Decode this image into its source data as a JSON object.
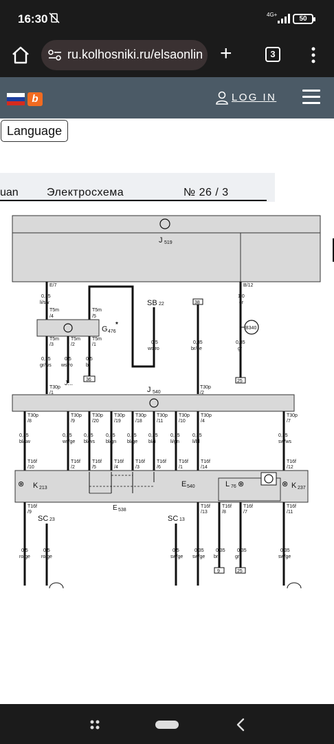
{
  "status_bar": {
    "time": "16:30",
    "mute_icon": "vibrate-off-icon",
    "network_type": "4G+",
    "battery": "50"
  },
  "browser": {
    "url": "ru.kolhosniki.ru/elsaonline",
    "tab_count": "3",
    "new_tab_label": "+"
  },
  "site_header": {
    "flag": "russian-flag",
    "logo_letter": "b",
    "login_label": "LOG IN",
    "colors": {
      "header_bg": "#4b5a66",
      "logo": "#f26b21"
    }
  },
  "language_tooltip": "Language",
  "document": {
    "model": "uan",
    "title": "Электросхема",
    "number": "№ 26 / 3"
  },
  "diagram": {
    "modules": {
      "j519": "J",
      "j519_sub": "519",
      "j540": "J",
      "j540_sub": "540",
      "g476": "G",
      "g476_sub": "476",
      "g476_star": "*",
      "sb22": "SB",
      "sb22_sub": "22",
      "b340": "B340",
      "j_dots": "J...",
      "e538": "E",
      "e538_sub": "538",
      "e540": "E",
      "e540_sub": "540",
      "l76": "L",
      "l76_sub": "76",
      "k213": "K",
      "k213_sub": "213",
      "k237": "K",
      "k237_sub": "237",
      "sc23": "SC",
      "sc23_sub": "23",
      "sc13": "SC",
      "sc13_sub": "13"
    },
    "top_labels": [
      {
        "pin": "E/7",
        "size": "0,35",
        "color": "li/sw"
      },
      {
        "pin": "B/12",
        "size": "1,0",
        "color": "gr"
      }
    ],
    "g476_pins_top": [
      {
        "conn": "T5m",
        "pin": "/4"
      },
      {
        "conn": "T5m",
        "pin": "/5"
      }
    ],
    "g476_pins_bottom": [
      {
        "conn": "T5m",
        "pin": "/3",
        "size": "0,35",
        "color": "gr/ws"
      },
      {
        "conn": "T5m",
        "pin": "/2",
        "size": "0,5",
        "color": "ws/ro"
      },
      {
        "conn": "T5m",
        "pin": "/1",
        "size": "0,5",
        "color": "br"
      }
    ],
    "mid_wires": [
      {
        "size": "0,5",
        "color": "ws/ro"
      },
      {
        "size": "0,35",
        "color": "br/ge"
      },
      {
        "size": "0,35",
        "color": "gr"
      }
    ],
    "ground_refs": {
      "g36": "36",
      "g38": "38",
      "g25a": "25",
      "g9": "9",
      "g25b": "25"
    },
    "j540_in": [
      {
        "conn": "T30p",
        "pin": "/1"
      },
      {
        "conn": "T30p",
        "pin": "/2"
      }
    ],
    "j540_out": [
      {
        "conn": "T30p",
        "pin": "/8",
        "size": "0,35",
        "color": "bl/sw"
      },
      {
        "conn": "T30p",
        "pin": "/9",
        "size": "0,35",
        "color": "ws/ge"
      },
      {
        "conn": "T30p",
        "pin": "/20",
        "size": "0,35",
        "color": "bl/ws"
      },
      {
        "conn": "T30p",
        "pin": "/19",
        "size": "0,35",
        "color": "bl/gn"
      },
      {
        "conn": "T30p",
        "pin": "/18",
        "size": "0,35",
        "color": "bl/ge"
      },
      {
        "conn": "T30p",
        "pin": "/11",
        "size": "0,35",
        "color": "bl/li"
      },
      {
        "conn": "T30p",
        "pin": "/10",
        "size": "0,35",
        "color": "li/gn"
      },
      {
        "conn": "T30p",
        "pin": "/4",
        "size": "0,35",
        "color": "li/bl"
      },
      {
        "conn": "T30p",
        "pin": "/7",
        "size": "0,35",
        "color": "sw/ws"
      }
    ],
    "e_in": [
      {
        "conn": "T16f",
        "pin": "/10"
      },
      {
        "conn": "T16f",
        "pin": "/2"
      },
      {
        "conn": "T16f",
        "pin": "/5"
      },
      {
        "conn": "T16f",
        "pin": "/4"
      },
      {
        "conn": "T16f",
        "pin": "/3"
      },
      {
        "conn": "T16f",
        "pin": "/6"
      },
      {
        "conn": "T16f",
        "pin": "/1"
      },
      {
        "conn": "T16f",
        "pin": "/14"
      },
      {
        "conn": "T16f",
        "pin": "/12"
      }
    ],
    "e_out": [
      {
        "conn": "T16f",
        "pin": "/9",
        "size": "0,5",
        "color": "ro/ge"
      },
      {
        "conn": "",
        "pin": "",
        "size": "0,5",
        "color": "ro/ge"
      },
      {
        "conn": "",
        "pin": "",
        "size": "0,5",
        "color": "sw/ge"
      },
      {
        "conn": "T16f",
        "pin": "/13",
        "size": "0,35",
        "color": "sw/ge"
      },
      {
        "conn": "T16f",
        "pin": "/8",
        "size": "0,35",
        "color": "br"
      },
      {
        "conn": "T16f",
        "pin": "/7",
        "size": "0,35",
        "color": "gr"
      },
      {
        "conn": "T16f",
        "pin": "/11",
        "size": "0,35",
        "color": "sw/ge"
      }
    ]
  }
}
